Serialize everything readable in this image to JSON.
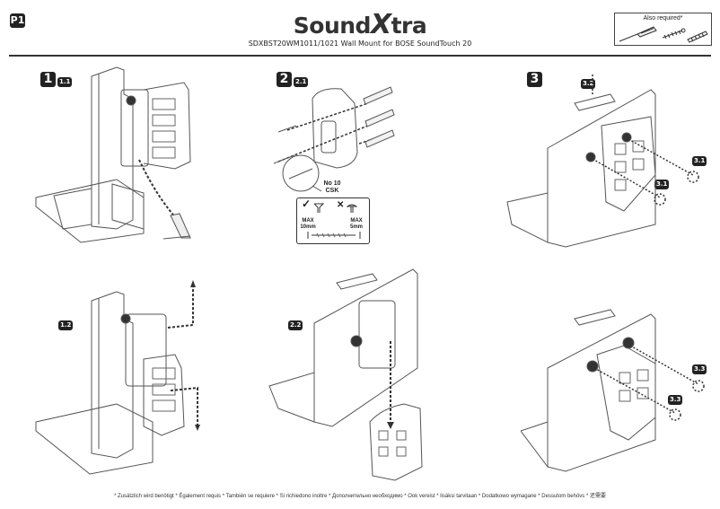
{
  "page": {
    "badge": "P1"
  },
  "header": {
    "brand_prefix": "Sound",
    "brand_x": "X",
    "brand_suffix": "tra",
    "subtitle": "SDXBST20WM1011/1021 Wall Mount for BOSE SoundTouch 20"
  },
  "also_required": {
    "label": "Also required*",
    "items": [
      "screwdriver-icon",
      "screw-icon",
      "wall-plug-icon"
    ]
  },
  "steps": [
    {
      "number": "1",
      "substeps": [
        "1.1",
        "1.2"
      ]
    },
    {
      "number": "2",
      "substeps": [
        "2.1",
        "2.2"
      ]
    },
    {
      "number": "3",
      "substeps": [
        "3.1",
        "3.1",
        "3.2",
        "3.3",
        "3.3"
      ]
    }
  ],
  "screw_spec": {
    "size": "No 10",
    "type": "CSK",
    "ok_mark": "✓",
    "bad_mark": "✕",
    "max_left_label": "MAX",
    "max_left_value": "10mm",
    "max_right_label": "MAX",
    "max_right_value": "5mm"
  },
  "footer": {
    "text": "* Zusätzlich wird benötigt  * Également requis  * También se requiere  * Si richiedono inoltre  * Дополнительно необходимо  * Ook vereist  * lisäksi tarvitaan  * Dodatkowo wymagane  * Dessutom behövs  * 还需要"
  }
}
